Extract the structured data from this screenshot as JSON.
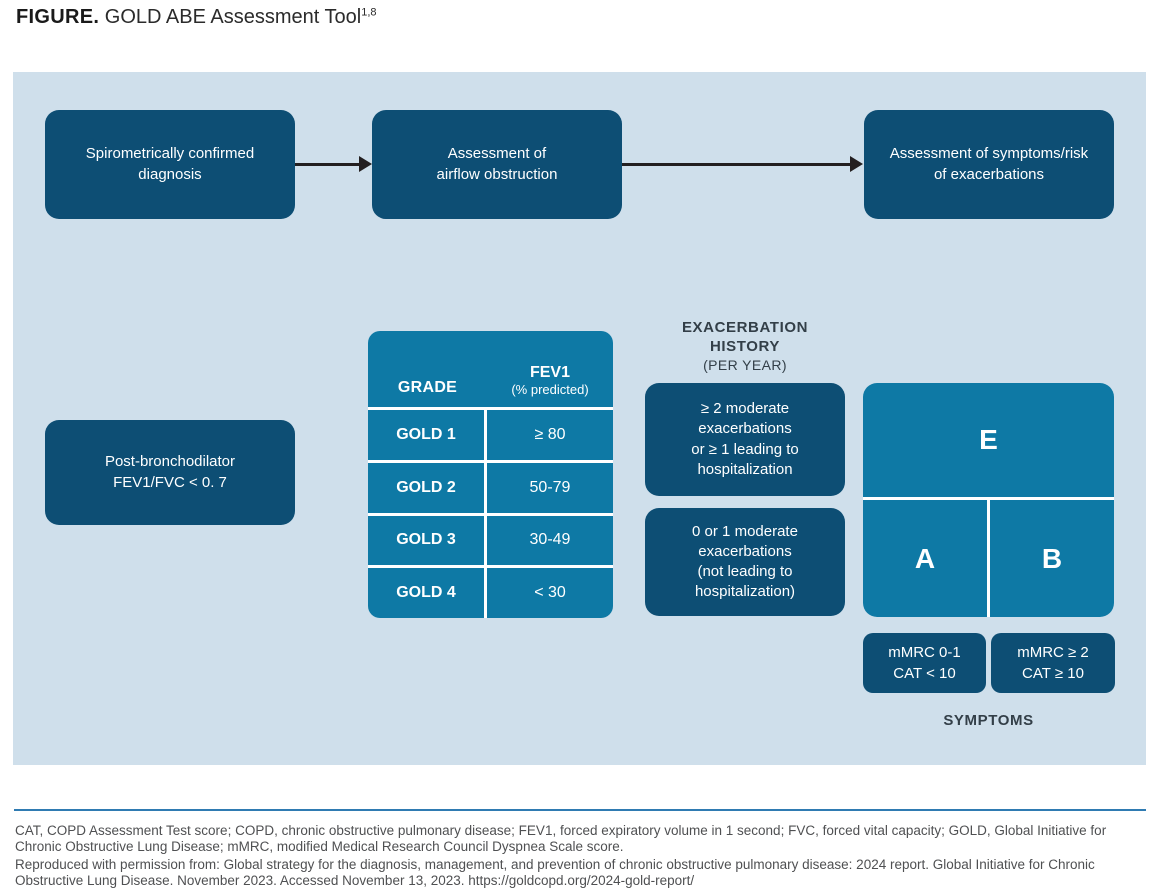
{
  "title": {
    "label": "FIGURE.",
    "text": " GOLD ABE Assessment Tool",
    "superscript": "1,8"
  },
  "flow": {
    "steps": [
      {
        "text": "Spirometrically confirmed\ndiagnosis"
      },
      {
        "text": "Assessment of\nairflow obstruction"
      },
      {
        "text": "Assessment of symptoms/risk\nof exacerbations"
      }
    ]
  },
  "criteria_box": {
    "text": "Post-bronchodilator\nFEV1/FVC < 0. 7"
  },
  "grade_table": {
    "col1_header": "GRADE",
    "col2_header_line1": "FEV1",
    "col2_header_line2": "(% predicted)",
    "rows": [
      {
        "grade": "GOLD 1",
        "value": "≥ 80"
      },
      {
        "grade": "GOLD 2",
        "value": "50-79"
      },
      {
        "grade": "GOLD 3",
        "value": "30-49"
      },
      {
        "grade": "GOLD 4",
        "value": "< 30"
      }
    ]
  },
  "exacerbation": {
    "heading_line1": "EXACERBATION",
    "heading_line2": "HISTORY",
    "heading_line3": "(PER YEAR)",
    "high_risk": "≥ 2 moderate\nexacerbations\nor ≥ 1 leading to\nhospitalization",
    "low_risk": "0 or 1 moderate\nexacerbations\n(not leading to\nhospitalization)"
  },
  "abe_grid": {
    "e": "E",
    "a": "A",
    "b": "B"
  },
  "symptoms": {
    "low_box": "mMRC 0-1\nCAT < 10",
    "high_box": "mMRC ≥ 2\nCAT ≥ 10",
    "axis_label": "SYMPTOMS"
  },
  "footnotes": {
    "abbreviations": "CAT, COPD Assessment Test score; COPD, chronic obstructive pulmonary disease; FEV1, forced expiratory volume in 1 second; FVC, forced vital capacity; GOLD, Global Initiative for Chronic Obstructive Lung Disease; mMRC, modified Medical Research Council Dyspnea Scale score.",
    "attribution": "Reproduced with permission from: Global strategy for the diagnosis, management, and prevention of chronic obstructive pulmonary disease: 2024 report. Global Initiative for Chronic Obstructive Lung Disease. November 2023. Accessed November 13, 2023. https://goldcopd.org/2024-gold-report/"
  },
  "colors": {
    "navy": "#0d4e74",
    "teal": "#0e79a5",
    "panel_bg": "#cfdfeb",
    "divider_rule": "#2f7bb2",
    "arrow": "#231f20",
    "heading_text": "#333f48"
  }
}
